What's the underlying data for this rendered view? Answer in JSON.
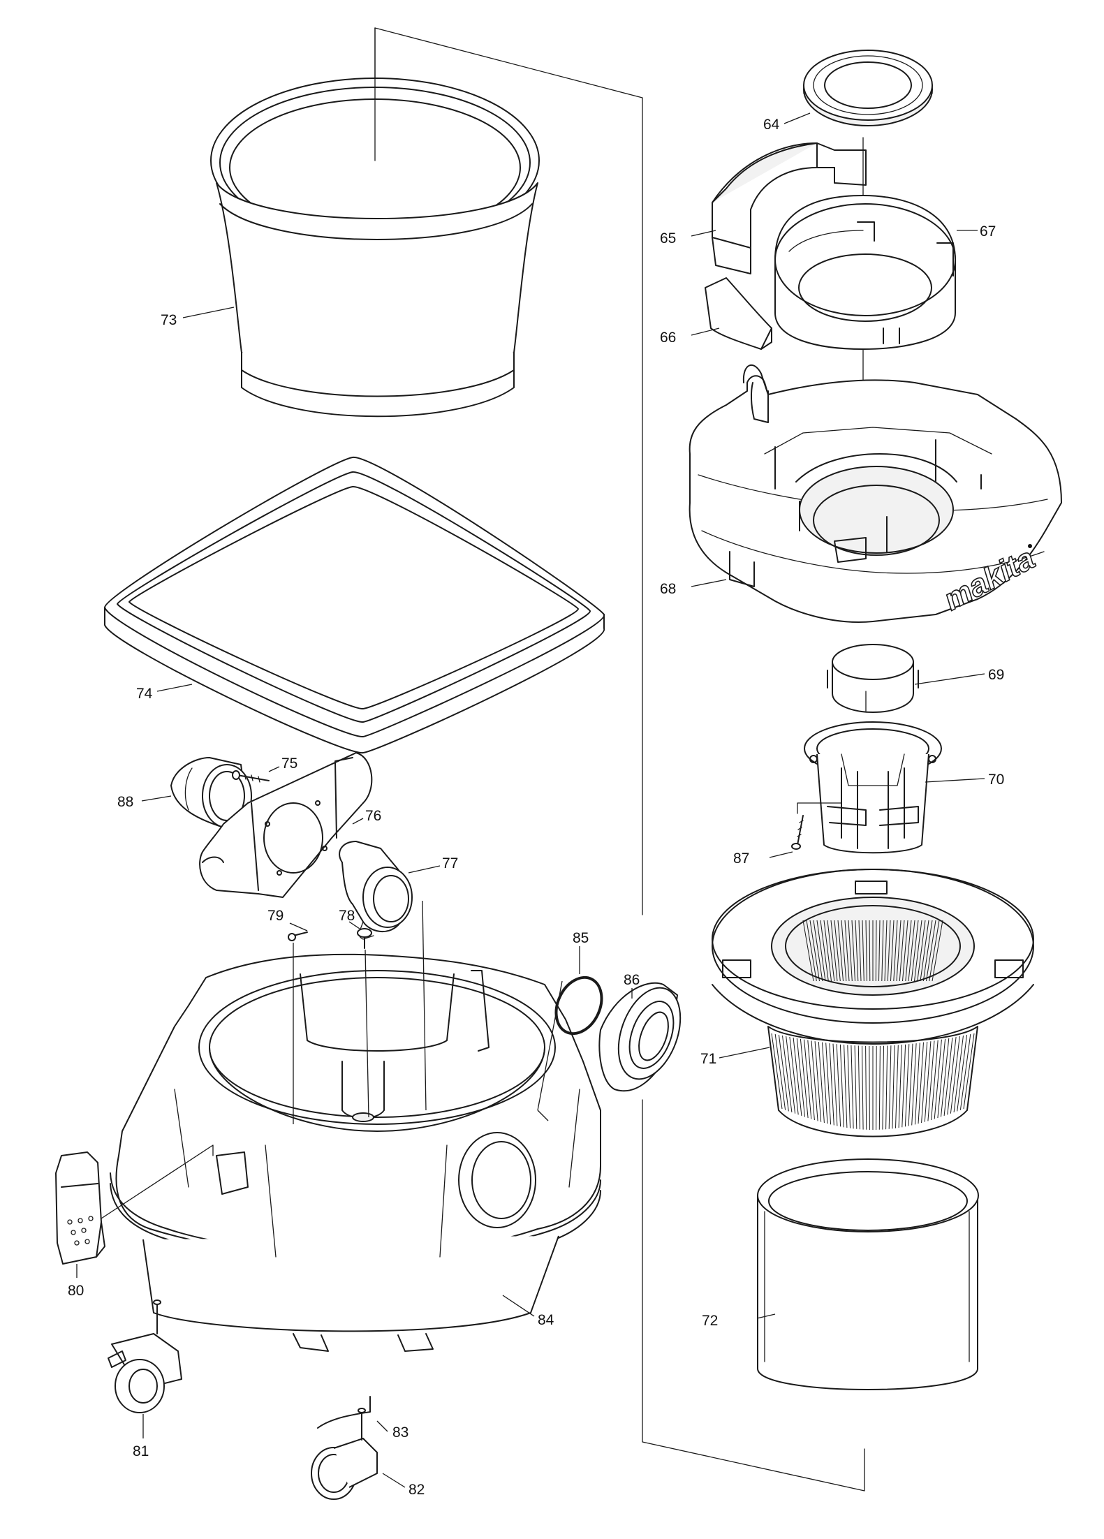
{
  "diagram": {
    "part_numbers": [
      "64",
      "65",
      "66",
      "67",
      "68",
      "69",
      "70",
      "71",
      "72",
      "73",
      "74",
      "75",
      "76",
      "77",
      "78",
      "79",
      "80",
      "81",
      "82",
      "83",
      "84",
      "85",
      "86",
      "87",
      "88"
    ],
    "brand_mark": "makita"
  }
}
